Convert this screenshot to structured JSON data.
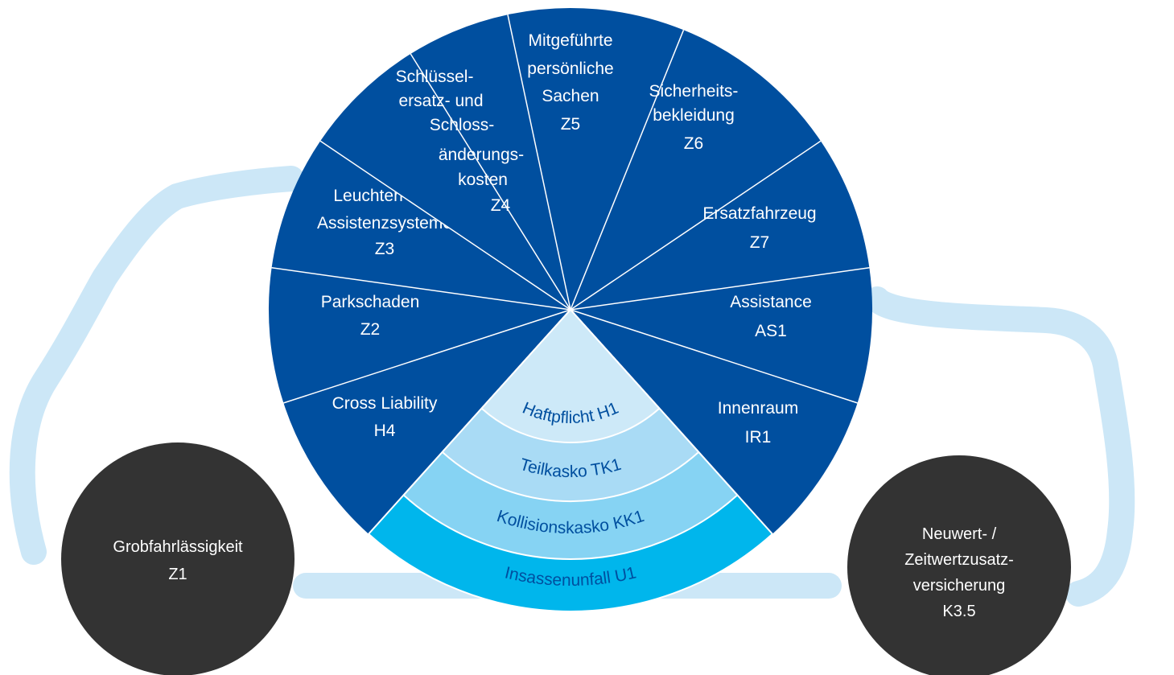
{
  "colors": {
    "outline": "#cce7f7",
    "segment": "#004f9f",
    "separator": "#ffffff",
    "core_levels": [
      "#cde9f8",
      "#a9dbf5",
      "#86d3f3",
      "#00b6ec"
    ],
    "core_text": "#004f9f",
    "circle": "#333333"
  },
  "segments": [
    {
      "id": "Z5",
      "lines": [
        "Mitgeführte",
        "persönliche",
        "Sachen",
        "Z5"
      ]
    },
    {
      "id": "Z6",
      "lines": [
        "Sicherheits-",
        "bekleidung",
        "Z6"
      ]
    },
    {
      "id": "Z7",
      "lines": [
        "Ersatzfahrzeug",
        "Z7"
      ]
    },
    {
      "id": "AS1",
      "lines": [
        "Assistance",
        "AS1"
      ]
    },
    {
      "id": "IR1",
      "lines": [
        "Innenraum",
        "IR1"
      ]
    },
    {
      "id": "H4",
      "lines": [
        "Cross  Liability",
        "H4"
      ]
    },
    {
      "id": "Z2",
      "lines": [
        "Parkschaden",
        "Z2"
      ]
    },
    {
      "id": "Z3",
      "lines": [
        "Leuchten und",
        "Assistenzsysteme",
        "Z3"
      ]
    },
    {
      "id": "Z4",
      "lines": [
        "Schlüssel-",
        "ersatz- und",
        "Schloss-",
        "änderungs-",
        "kosten",
        "Z4"
      ]
    }
  ],
  "core_levels": [
    {
      "id": "H1",
      "label": "Haftpflicht H1"
    },
    {
      "id": "TK1",
      "label": "Teilkasko TK1"
    },
    {
      "id": "KK1",
      "label": "Kollisionskasko KK1"
    },
    {
      "id": "U1",
      "label": "Insassenunfall U1"
    }
  ],
  "circles": [
    {
      "id": "Z1",
      "lines": [
        "Grobfahrlässigkeit",
        "Z1"
      ]
    },
    {
      "id": "K3.5",
      "lines": [
        "Neuwert- /",
        "Zeitwertzusatz-",
        "versicherung",
        "K3.5"
      ]
    }
  ]
}
